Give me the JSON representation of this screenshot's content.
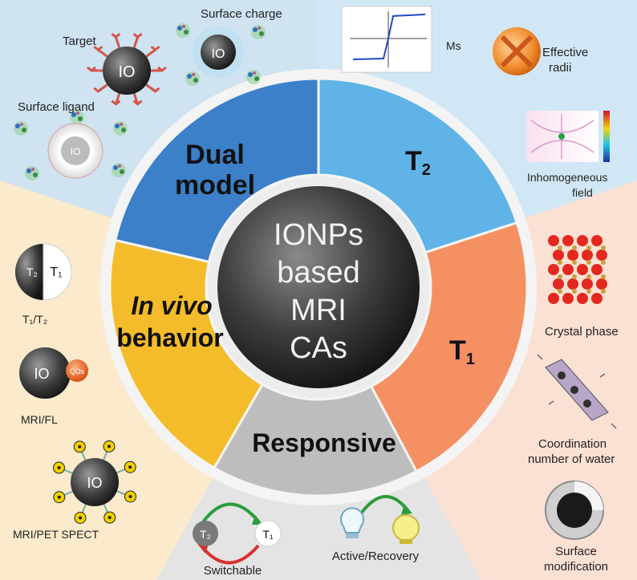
{
  "center": {
    "lines": [
      "IONPs",
      "based",
      "MRI",
      "CAs"
    ]
  },
  "sectors": {
    "dual": {
      "lines": [
        "Dual",
        "model"
      ]
    },
    "t2": {
      "label": "T",
      "sub": "2"
    },
    "t1": {
      "label": "T",
      "sub": "1"
    },
    "responsive": {
      "label": "Responsive"
    },
    "invivo": {
      "line1": "In vivo",
      "line2": "behavior"
    }
  },
  "labels": {
    "target": "Target",
    "surface_charge": "Surface charge",
    "surface_ligand": "Surface ligand",
    "ms": "Ms",
    "effective_radii": [
      "Effective",
      "radii"
    ],
    "inhomogeneous_field": [
      "Inhomogeneous",
      "field"
    ],
    "crystal_phase": "Crystal phase",
    "coordination": [
      "Coordination",
      "number of water"
    ],
    "surface_modification": [
      "Surface",
      "modification"
    ],
    "t1t2": "T₁/T₂",
    "mri_fl": "MRI/FL",
    "mri_pet": "MRI/PET SPECT",
    "switchable": "Switchable",
    "active_recovery": "Active/Recovery"
  },
  "particles": {
    "io": "IO",
    "qds": "QDs",
    "t2": "T₂",
    "t1": "T₁"
  },
  "colors": {
    "dual": "#3b80c9",
    "t2": "#5fb3e6",
    "t1": "#f59062",
    "responsive": "#bdbdbd",
    "invivo": "#f4bc2a",
    "bg_topleft": "#cfe3f1",
    "bg_topright": "#d2e7f5",
    "bg_right": "#fbe1d3",
    "bg_bottom": "#e4e4e4",
    "bg_left": "#fbeacb"
  }
}
